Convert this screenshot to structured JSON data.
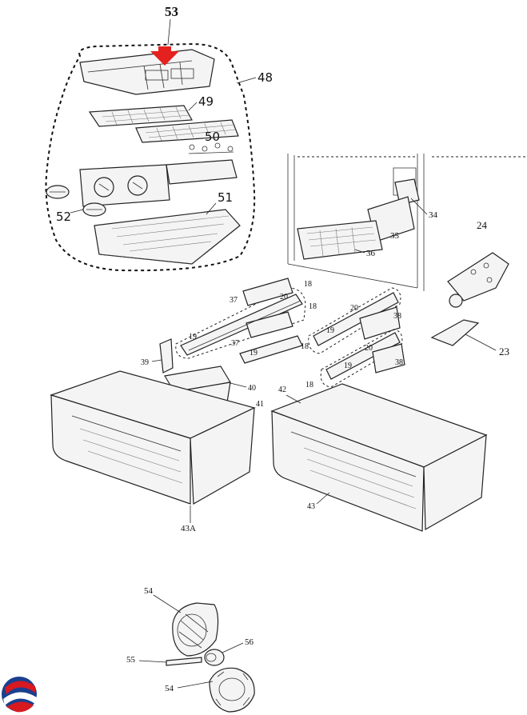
{
  "callouts": {
    "p53": "53",
    "p48": "48",
    "p49": "49",
    "p50": "50",
    "p51": "51",
    "p52": "52",
    "p34": "34",
    "p24": "24",
    "p35": "35",
    "p36": "36",
    "p18a": "18",
    "p37a": "37",
    "p20a": "20",
    "p18b": "18",
    "p20b": "20",
    "p37b": "37",
    "p19a": "19",
    "p19b": "19",
    "p18c": "18",
    "p19c": "19",
    "p38a": "38",
    "p20c": "20",
    "p19d": "19",
    "p38b": "38",
    "p18d": "18",
    "p39": "39",
    "p40": "40",
    "p41": "41",
    "p42": "42",
    "p43a": "43A",
    "p43": "43",
    "p23": "23",
    "p54a": "54",
    "p56": "56",
    "p55": "55",
    "p54b": "54"
  },
  "colors": {
    "arrow": "#e5211f",
    "logo_red": "#d71920",
    "logo_blue": "#1b3f8f"
  },
  "icons": {
    "logo": "brand-logo-icon",
    "arrow": "red-down-arrow-icon"
  }
}
